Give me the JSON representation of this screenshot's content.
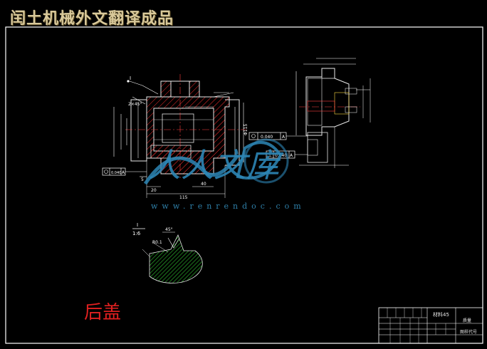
{
  "banner_title": "闰土机械外文翻译成品",
  "part_name": "后盖",
  "watermark": {
    "text": "人人文库",
    "url": "www.renrendoc.com"
  },
  "title_block": {
    "material": "材料45",
    "field_weight": "质量",
    "drawing_number": "图样代号"
  },
  "detail_view": {
    "label": "I",
    "scale": "1:6",
    "radius": "R0.1",
    "angle": "45°"
  },
  "main_view": {
    "section_label": "I",
    "chamfer": "2×45°",
    "datum": "A",
    "tol_runout_left": "0.040",
    "tol_runout_mid": "0.040",
    "tol_perp": "0.040",
    "dim_bottom": "115",
    "dim_20": "20",
    "dim_40": "40",
    "dim_5": "5",
    "dim_dia_right": "Φ115"
  },
  "colors": {
    "border": "#ffffff",
    "outline": "#e8e8e8",
    "section_hatch": "#ff3030",
    "dimension": "#ffffff",
    "centerline": "#ff4040",
    "detail_fill": "#2fbf2f",
    "watermark": "#2d86b5",
    "part_name": "#e02020"
  }
}
